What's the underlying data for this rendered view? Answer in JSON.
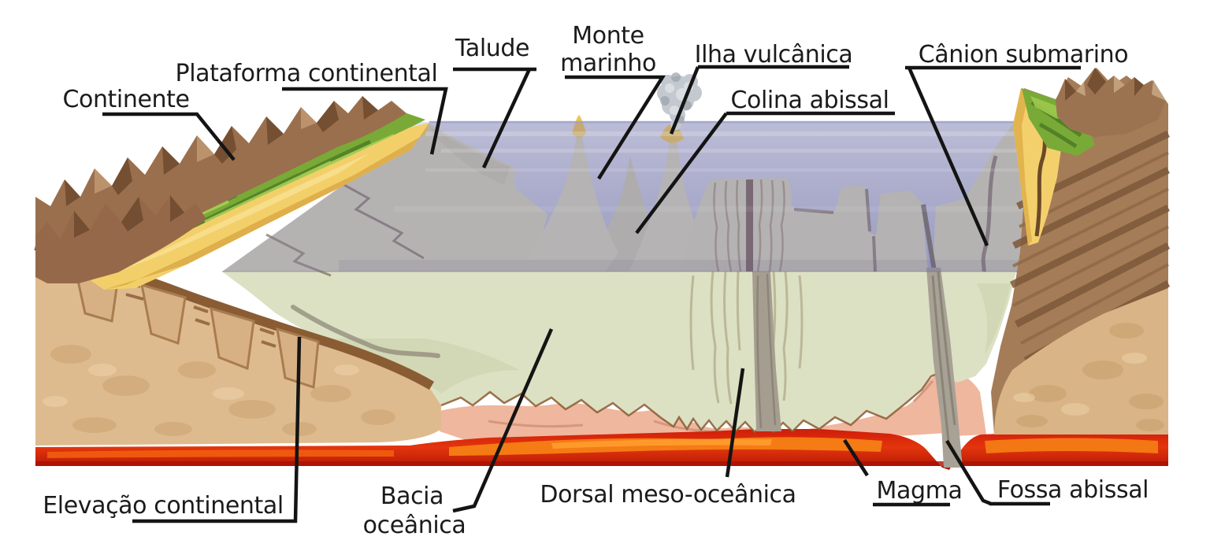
{
  "figure": {
    "type": "ocean-floor-cross-section-diagram",
    "language": "pt",
    "description": "Relevo submarino: corte esquemático do fundo oceânico entre dois continentes",
    "labels": {
      "continente": "Continente",
      "plataforma_continental": "Plataforma continental",
      "talude": "Talude",
      "monte_marinho": {
        "line1": "Monte",
        "line2": "marinho"
      },
      "ilha_vulcanica": "Ilha vulcânica",
      "colina_abissal": "Colina abissal",
      "canion_submarino": "Cânion submarino",
      "elevacao_continental": "Elevação continental",
      "bacia_oceanica": {
        "line1": "Bacia",
        "line2": "oceânica"
      },
      "dorsal_meso_oceanica": "Dorsal meso-oceânica",
      "magma": "Magma",
      "fossa_abissal": "Fossa abissal"
    },
    "colors": {
      "label_text": "#1b1b1b",
      "leader_line": "#141414",
      "water_top": "#dfe2f0",
      "water_bottom": "#aaacce",
      "water_tint_overlay": "#807eac",
      "oceanic_crust_cut": "#dce1c3",
      "relief_submerged": "#d6d3b6",
      "sand": "#f3cf6a",
      "vegetation": "#79aa37",
      "mountain_brown": "#9a6f4d",
      "continental_crust_tan": "#debb8e",
      "crust_dark_band": "#8a5c33",
      "lower_crust_salmon": "#efb79e",
      "magma_red": "#d6200c",
      "magma_orange": "#f57f15",
      "trench_slab_grey": "#a8a195",
      "volcano_crater_yellow": "#f2c84f",
      "smoke_grey": "#c3c9cf"
    }
  }
}
